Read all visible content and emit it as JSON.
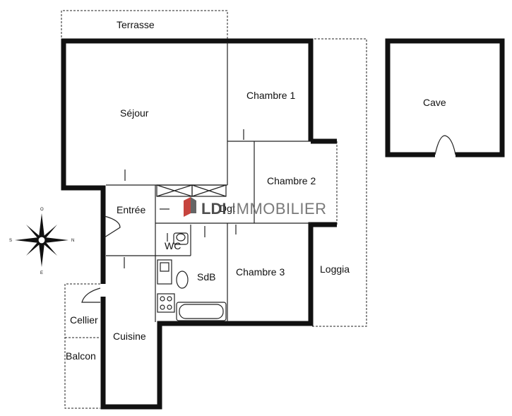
{
  "rooms": {
    "terrasse": "Terrasse",
    "sejour": "Séjour",
    "chambre1": "Chambre 1",
    "chambre2": "Chambre 2",
    "chambre3": "Chambre 3",
    "entree": "Entrée",
    "dgt": "Dgt",
    "wc": "WC",
    "sdb": "SdB",
    "loggia": "Loggia",
    "cellier": "Cellier",
    "cuisine": "Cuisine",
    "balcon": "Balcon",
    "cave": "Cave"
  },
  "logo": {
    "bold": "LDI",
    "rest": "IMMOBILIER",
    "accent_color": "#c0302a"
  },
  "compass": {
    "north": "N",
    "south": "S",
    "east": "E",
    "west": "O"
  }
}
